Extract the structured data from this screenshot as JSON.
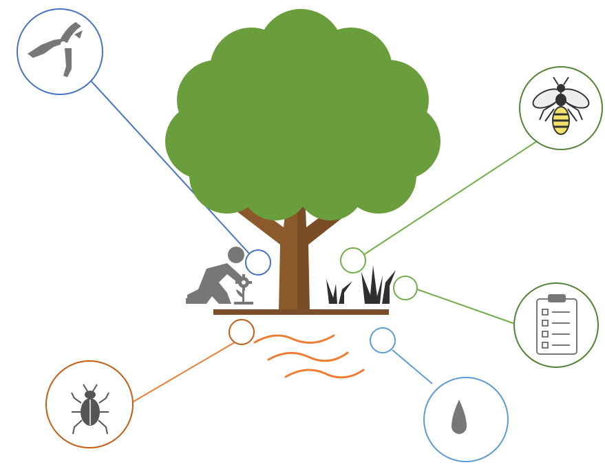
{
  "colors": {
    "background": "#ffffff",
    "foliage": "#6a9e3c",
    "trunk": "#8b5a2b",
    "trunk_shadow": "#6e4320",
    "ground": "#7a4e2a",
    "icon_gray": "#777777",
    "grass_dark": "#2f2f2f",
    "blue_dark": "#4472c4",
    "blue_light": "#5b9bd5",
    "green_dark": "#548235",
    "green_light": "#70ad47",
    "orange_dark": "#c55a11",
    "orange_light": "#ed7d31"
  },
  "callouts": [
    {
      "id": "pruning",
      "icon": "pruning-shears-icon",
      "color": "blue_dark"
    },
    {
      "id": "pollinators",
      "icon": "bee-icon",
      "color": "green_dark"
    },
    {
      "id": "inspection",
      "icon": "checklist-clipboard-icon",
      "color": "green_light"
    },
    {
      "id": "pests",
      "icon": "beetle-icon",
      "color": "orange_dark"
    },
    {
      "id": "watering",
      "icon": "water-drop-icon",
      "color": "blue_light"
    }
  ],
  "scene": {
    "center": "tree-icon",
    "elements": [
      "gardener-kneeling-icon",
      "flower-gear-icon",
      "grass-icon",
      "ground-line",
      "soil-water-waves"
    ]
  }
}
